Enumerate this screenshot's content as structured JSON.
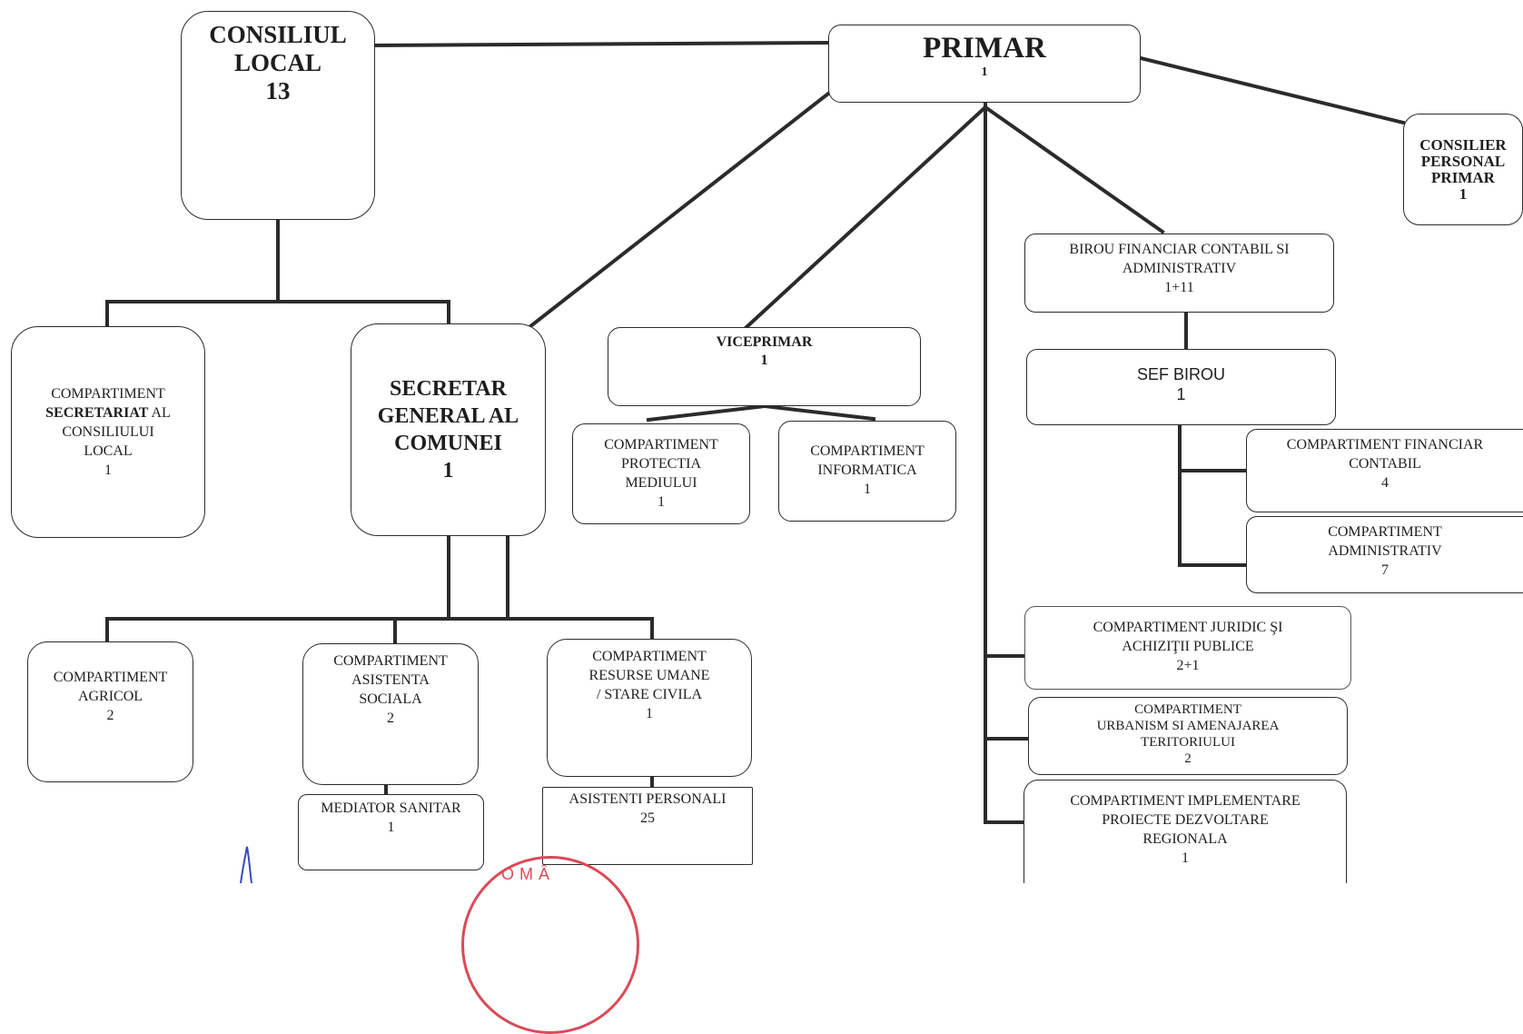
{
  "consiliul_local": {
    "line1": "CONSILIUL",
    "line2": "LOCAL",
    "count": "13"
  },
  "primar": {
    "title": "PRIMAR",
    "count": "1"
  },
  "consilier_personal": {
    "line1": "CONSILIER",
    "line2": "PERSONAL",
    "line3": "PRIMAR",
    "count": "1"
  },
  "birou_financiar": {
    "line1": "BIROU FINANCIAR CONTABIL SI",
    "line2": "ADMINISTRATIV",
    "count": "1+11"
  },
  "sef_birou": {
    "title": "SEF BIROU",
    "count": "1"
  },
  "comp_financiar_contabil": {
    "line1": "COMPARTIMENT FINANCIAR",
    "line2": "CONTABIL",
    "count": "4"
  },
  "comp_administrativ": {
    "line1": "COMPARTIMENT",
    "line2": "ADMINISTRATIV",
    "count": "7"
  },
  "comp_secretariat": {
    "line1": "COMPARTIMENT",
    "line2_bold": "SECRETARIAT",
    "line2_rest": " AL",
    "line3": "CONSILIULUI",
    "line4": "LOCAL",
    "count": "1"
  },
  "secretar_general": {
    "line1": "SECRETAR",
    "line2": "GENERAL AL",
    "line3": "COMUNEI",
    "count": "1"
  },
  "viceprimar": {
    "title": "VICEPRIMAR",
    "count": "1"
  },
  "comp_protectia_mediului": {
    "line1": "COMPARTIMENT",
    "line2": "PROTECTIA",
    "line3": "MEDIULUI",
    "count": "1"
  },
  "comp_informatica": {
    "line1": "COMPARTIMENT",
    "line2": "INFORMATICA",
    "count": "1"
  },
  "comp_agricol": {
    "line1": "COMPARTIMENT",
    "line2": "AGRICOL",
    "count": "2"
  },
  "comp_asistenta_sociala": {
    "line1": "COMPARTIMENT",
    "line2": "ASISTENTA",
    "line3": "SOCIALA",
    "count": "2"
  },
  "comp_resurse_umane": {
    "line1": "COMPARTIMENT",
    "line2": "RESURSE UMANE",
    "line3": "/ STARE CIVILA",
    "count": "1"
  },
  "mediator_sanitar": {
    "title": "MEDIATOR SANITAR",
    "count": "1"
  },
  "asistenti_personali": {
    "title": "ASISTENTI PERSONALI",
    "count": "25"
  },
  "comp_juridic": {
    "line1": "COMPARTIMENT JURIDIC ŞI",
    "line2": "ACHIZIŢII PUBLICE",
    "count": "2+1"
  },
  "comp_urbanism": {
    "line1": "COMPARTIMENT",
    "line2": "URBANISM SI AMENAJAREA",
    "line3": "TERITORIULUI",
    "count": "2"
  },
  "comp_implementare": {
    "line1": "COMPARTIMENT IMPLEMENTARE",
    "line2": "PROIECTE DEZVOLTARE",
    "line3": "REGIONALA",
    "count": "1"
  },
  "stamp": {
    "text": "OMÂ"
  },
  "colors": {
    "line": "#2b2b2b",
    "stamp": "#d94b57",
    "signature": "#3a49b8"
  }
}
